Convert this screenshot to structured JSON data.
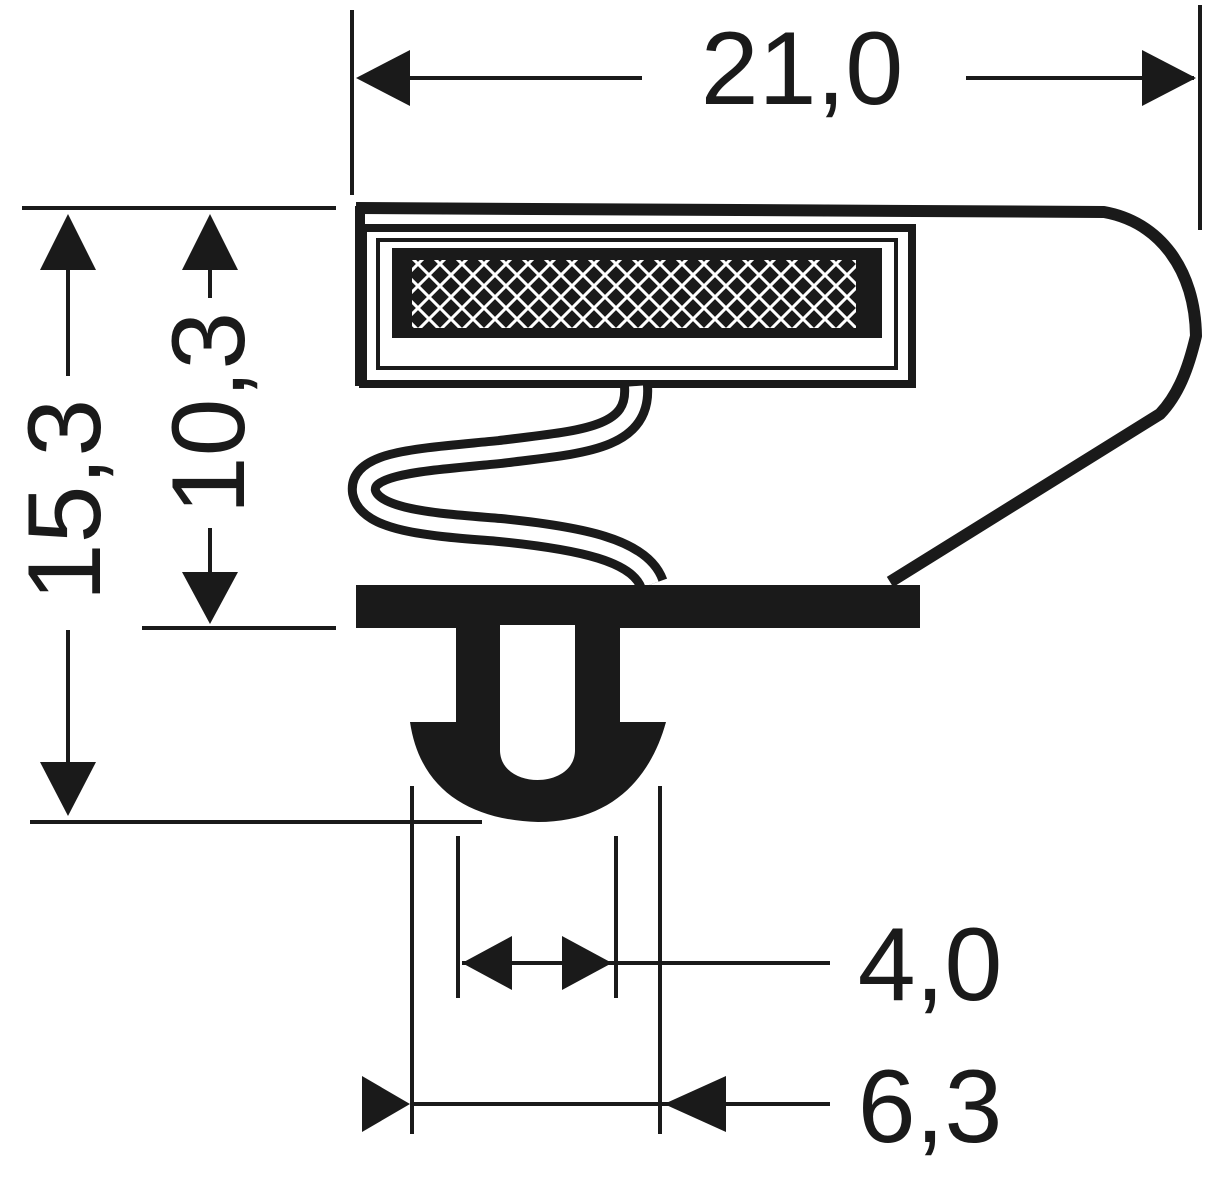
{
  "diagram": {
    "dimensions": {
      "overall_width": "21,0",
      "overall_height": "15,3",
      "upper_height": "10,3",
      "slot_width": "4,0",
      "base_width": "6,3"
    },
    "colors": {
      "line": "#1a1a1a",
      "background": "#ffffff",
      "hatch": "#ffffff"
    }
  }
}
